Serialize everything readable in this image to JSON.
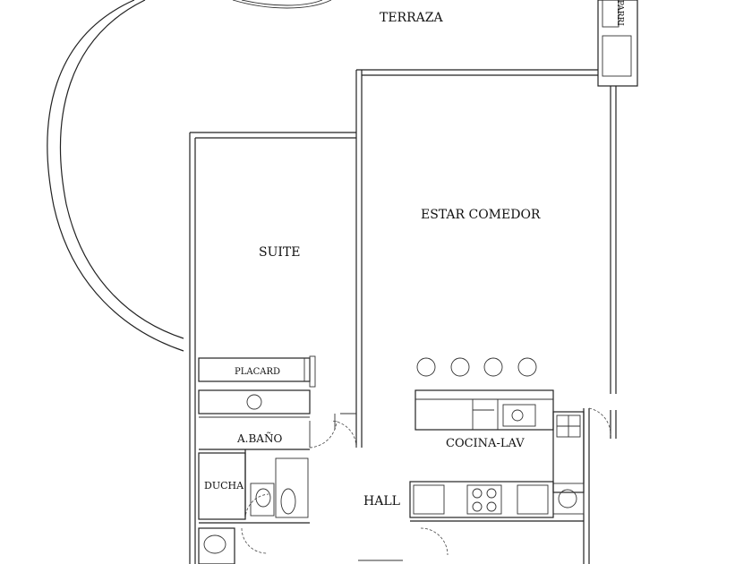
{
  "rooms": {
    "terraza": "TERRAZA",
    "parrilla": "PARRI",
    "estar_comedor": "ESTAR COMEDOR",
    "suite": "SUITE",
    "placard": "PLACARD",
    "a_bano": "A.BAÑO",
    "ducha": "DUCHA",
    "cocina_lav": "COCINA-LAV",
    "hall": "HALL"
  }
}
